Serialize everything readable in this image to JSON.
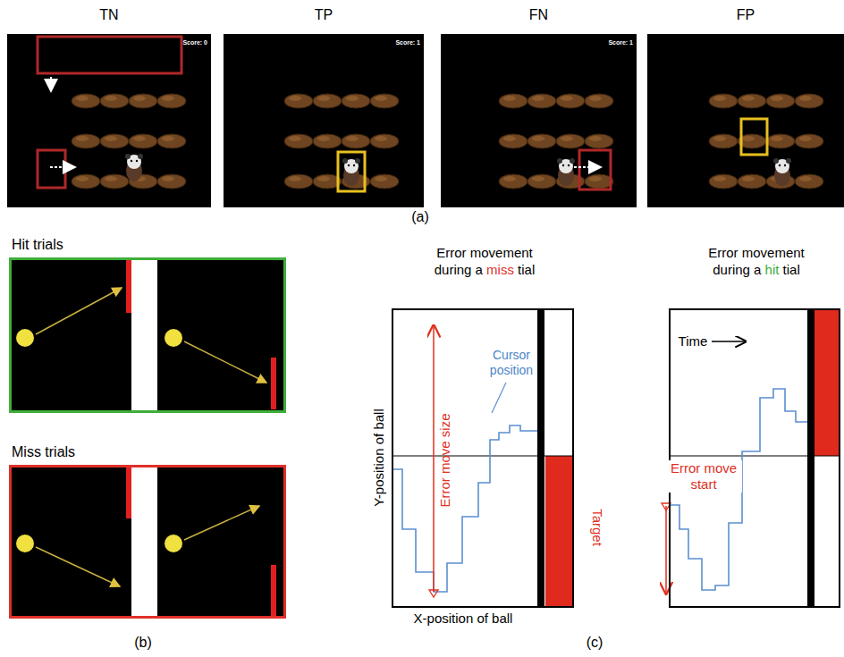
{
  "diagram": {
    "nodes": [
      {
        "text": [
          "TN",
          "Score: 0"
        ]
      },
      {
        "text": [
          "TP",
          "Score: 1"
        ]
      },
      {
        "text": [
          "FN",
          "Score: 1"
        ]
      },
      {
        "text": [
          "FP"
        ]
      },
      {
        "text": [
          "Hit trials"
        ]
      },
      {
        "text": [
          "Miss trials"
        ]
      },
      {
        "text": [
          "Error movement during a miss tial"
        ]
      },
      {
        "text": [
          "Error movement during a hit tial"
        ]
      }
    ],
    "labels": [
      "(a)",
      "(b)",
      "Cursor position",
      "Error move size",
      "Target",
      "Y-position of ball",
      "X-position of ball",
      "Time",
      "Error move start",
      "(c)"
    ]
  }
}
